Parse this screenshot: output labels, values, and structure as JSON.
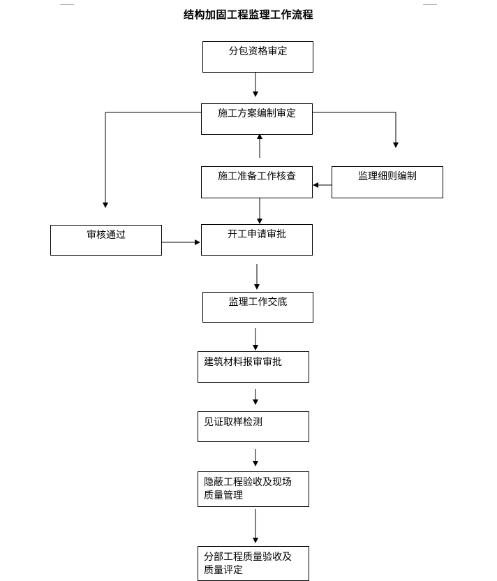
{
  "title": "结构加固工程监理工作流程",
  "nodes": {
    "subcontract_review": "分包资格审定",
    "construction_plan_review": "施工方案编制审定",
    "preparation_check": "施工准备工作核查",
    "supervision_detail": "监理细则编制",
    "review_passed": "审核通过",
    "commencement_approval": "开工申请审批",
    "supervision_briefing": "监理工作交底",
    "materials_approval": "建筑材料报审审批",
    "witness_sampling": "见证取样检测",
    "concealed_acceptance_line1": "隐蔽工程验收及现场",
    "concealed_acceptance_line2": "质量管理",
    "subproject_acceptance_line1": "分部工程质量验收及",
    "subproject_acceptance_line2": "质量评定"
  }
}
